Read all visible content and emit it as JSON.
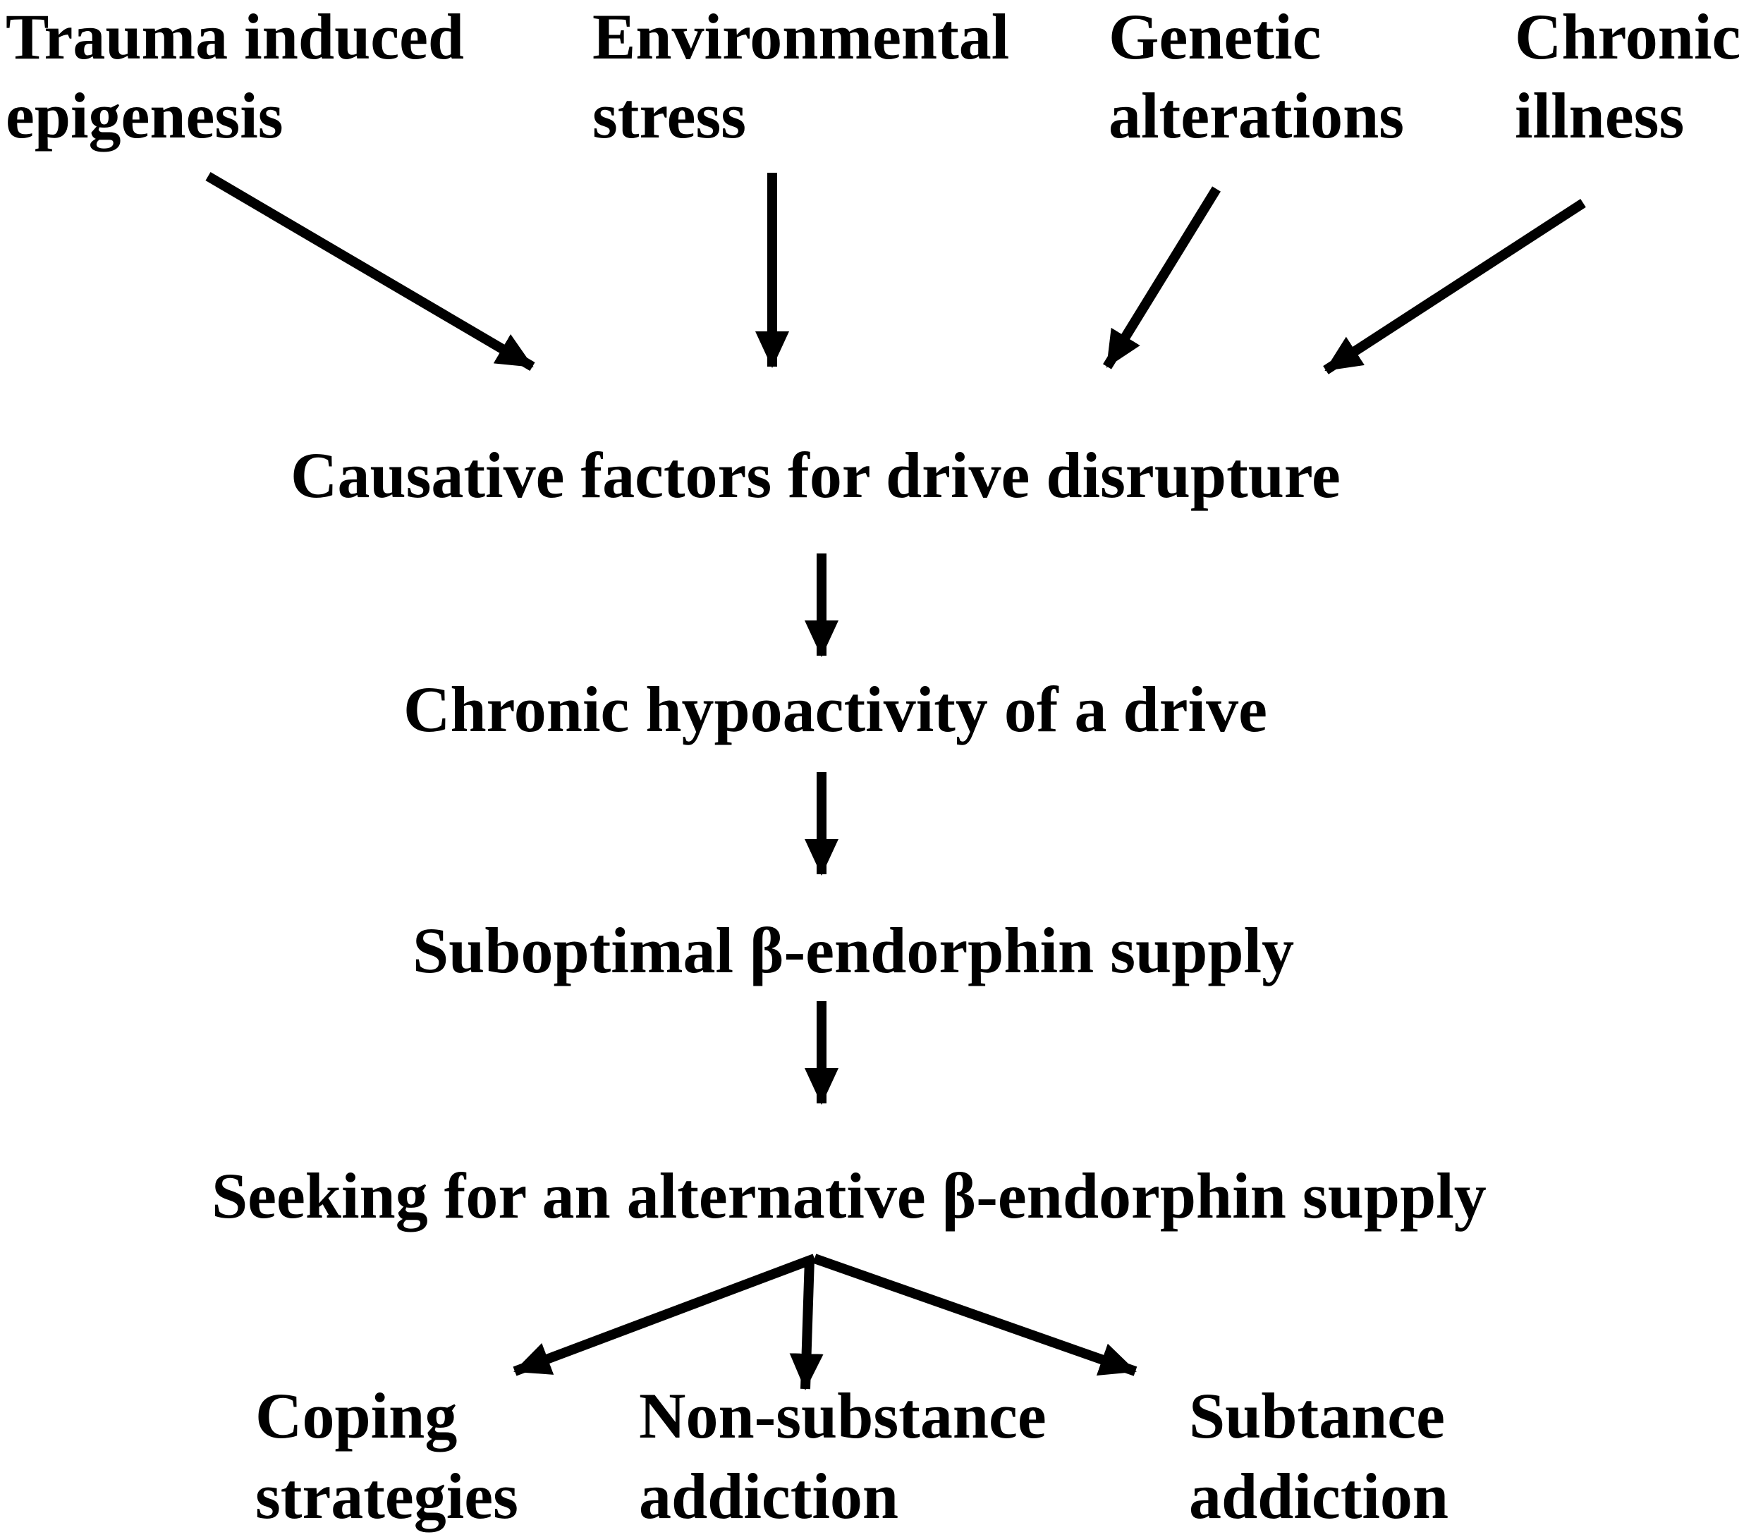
{
  "diagram": {
    "causes": [
      {
        "line1": "Trauma induced",
        "line2": "epigenesis"
      },
      {
        "line1": "Environmental",
        "line2": "stress"
      },
      {
        "line1": "Genetic",
        "line2": "alterations"
      },
      {
        "line1": "Chronic",
        "line2": "illness"
      }
    ],
    "steps": [
      "Causative factors for drive disrupture",
      "Chronic hypoactivity of a drive",
      "Suboptimal β-endorphin supply",
      "Seeking for an alternative β-endorphin supply"
    ],
    "outcomes": [
      {
        "line1": "Coping",
        "line2": "strategies"
      },
      {
        "line1": "Non-substance",
        "line2": "addiction"
      },
      {
        "line1": "Subtance",
        "line2": "addiction"
      }
    ],
    "arrow_color": "#000000"
  }
}
